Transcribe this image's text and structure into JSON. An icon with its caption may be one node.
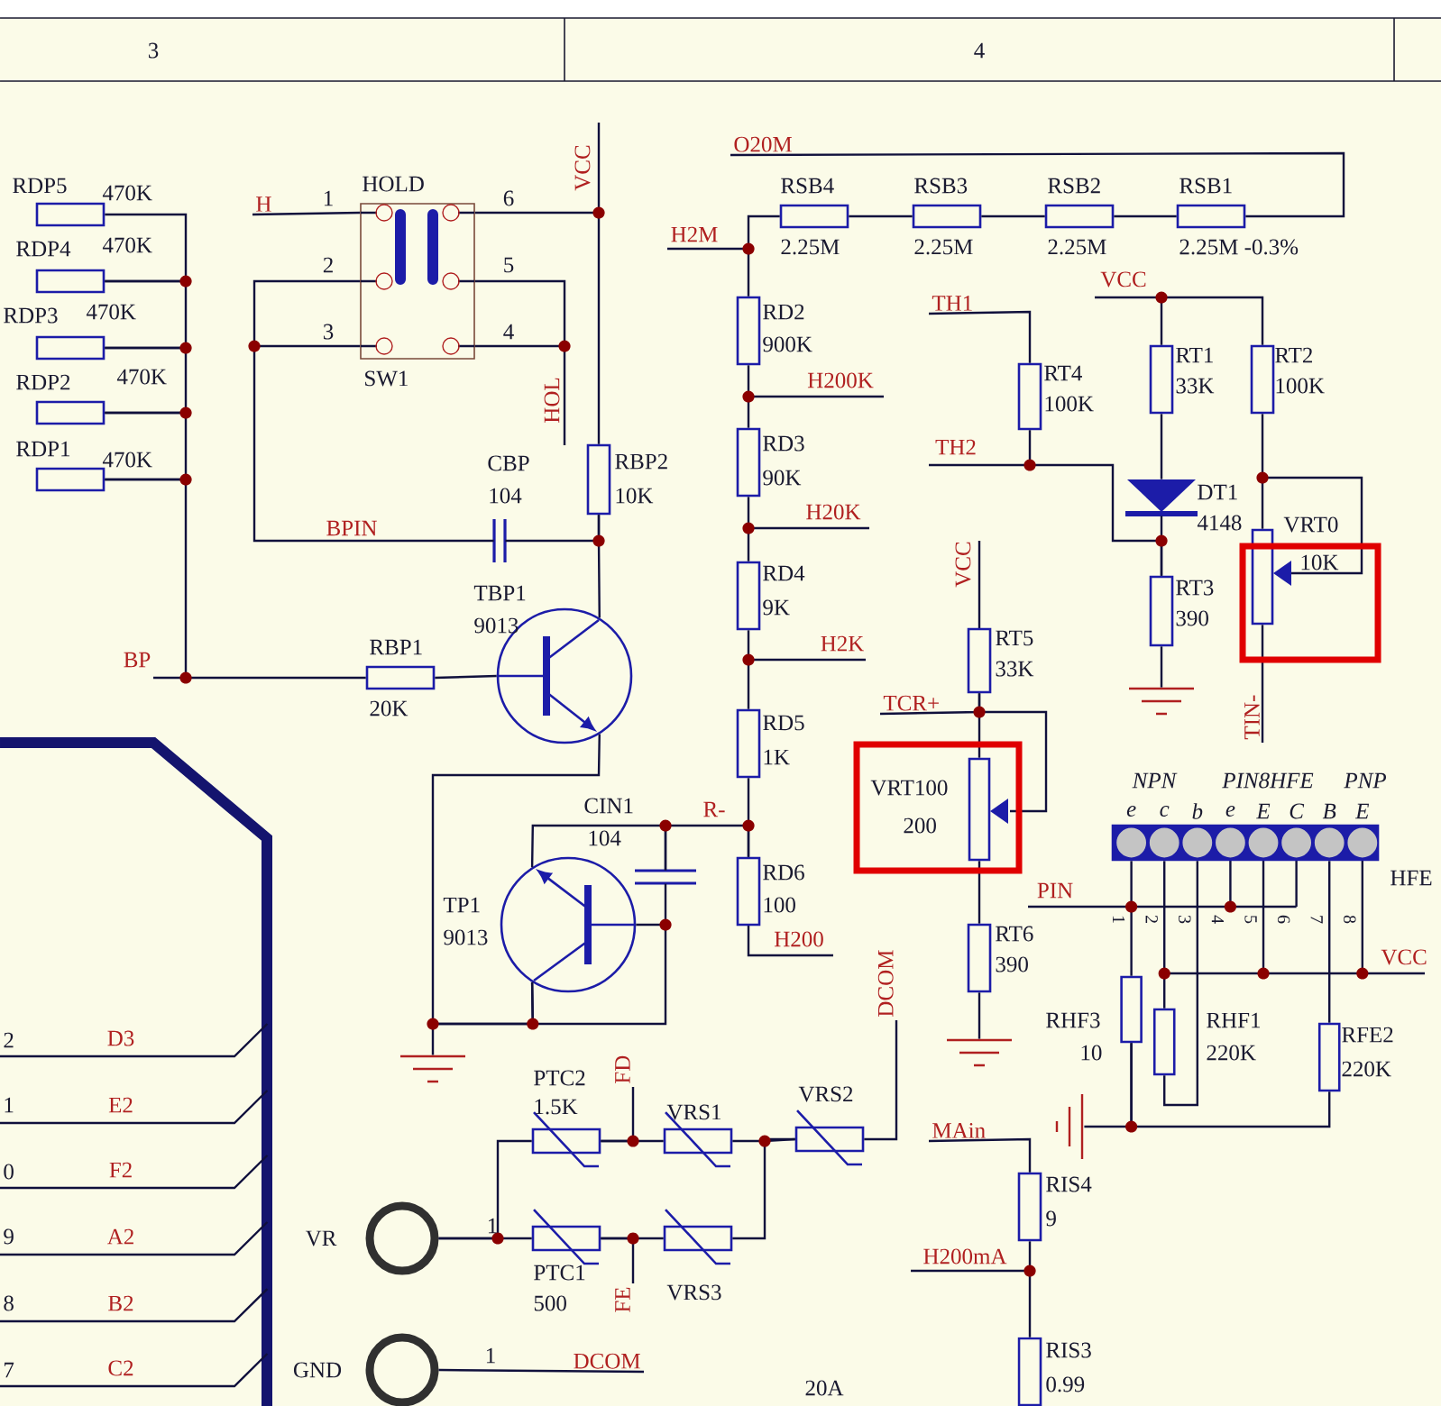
{
  "diagram": {
    "nodes": [
      {
        "text": [
          "RDP5",
          "470K"
        ]
      },
      {
        "text": [
          "RDP4",
          "470K"
        ]
      },
      {
        "text": [
          "RDP3",
          "470K"
        ]
      },
      {
        "text": [
          "RDP2",
          "470K"
        ]
      },
      {
        "text": [
          "RDP1",
          "470K"
        ]
      },
      {
        "text": [
          "HOLD",
          "SW1"
        ]
      },
      {
        "text": [
          "RBP2",
          "10K"
        ]
      },
      {
        "text": [
          "CBP",
          "104"
        ]
      },
      {
        "text": [
          "RBP1",
          "20K"
        ]
      },
      {
        "text": [
          "TBP1",
          "9013"
        ]
      },
      {
        "text": [
          "TP1",
          "9013"
        ]
      },
      {
        "text": [
          "CIN1",
          "104"
        ]
      },
      {
        "text": [
          "RSB4",
          "2.25M"
        ]
      },
      {
        "text": [
          "RSB3",
          "2.25M"
        ]
      },
      {
        "text": [
          "RSB2",
          "2.25M"
        ]
      },
      {
        "text": [
          "RSB1",
          "2.25M -0.3%"
        ]
      },
      {
        "text": [
          "RD2",
          "900K"
        ]
      },
      {
        "text": [
          "RD3",
          "90K"
        ]
      },
      {
        "text": [
          "RD4",
          "9K"
        ]
      },
      {
        "text": [
          "RD5",
          "1K"
        ]
      },
      {
        "text": [
          "RD6",
          "100"
        ]
      },
      {
        "text": [
          "RT4",
          "100K"
        ]
      },
      {
        "text": [
          "RT1",
          "33K"
        ]
      },
      {
        "text": [
          "RT2",
          "100K"
        ]
      },
      {
        "text": [
          "DT1",
          "4148"
        ]
      },
      {
        "text": [
          "RT3",
          "390"
        ]
      },
      {
        "text": [
          "VRT0",
          "10K"
        ]
      },
      {
        "text": [
          "RT5",
          "33K"
        ]
      },
      {
        "text": [
          "VRT100",
          "200"
        ]
      },
      {
        "text": [
          "RT6",
          "390"
        ]
      },
      {
        "text": [
          "NPN",
          "PIN8HFE",
          "PNP",
          "e",
          "c",
          "b",
          "e",
          "E",
          "C",
          "B",
          "E"
        ]
      },
      {
        "text": [
          "RHF3",
          "10"
        ]
      },
      {
        "text": [
          "RHF1",
          "220K"
        ]
      },
      {
        "text": [
          "RFE2",
          "220K"
        ]
      },
      {
        "text": [
          "PTC2",
          "1.5K"
        ]
      },
      {
        "text": [
          "PTC1",
          "500"
        ]
      },
      {
        "text": [
          "VRS1"
        ]
      },
      {
        "text": [
          "VRS3"
        ]
      },
      {
        "text": [
          "VRS2"
        ]
      },
      {
        "text": [
          "RIS4",
          "9"
        ]
      },
      {
        "text": [
          "RIS3",
          "0.99"
        ]
      },
      {
        "text": [
          "VR"
        ]
      },
      {
        "text": [
          "GND"
        ]
      },
      {
        "text": [],
        "shape": "box"
      },
      {
        "text": [],
        "shape": "ground"
      },
      {
        "text": [],
        "shape": "ground"
      },
      {
        "text": [],
        "shape": "ground"
      },
      {
        "text": [],
        "shape": "ground"
      },
      {
        "text": [
          "O20M"
        ]
      },
      {
        "text": [
          "H"
        ]
      },
      {
        "text": [
          "TH1"
        ]
      },
      {
        "text": [
          "TIN-"
        ]
      },
      {
        "text": [
          "TCR+"
        ]
      },
      {
        "text": [
          "DCOM"
        ]
      },
      {
        "text": [
          "MAin"
        ]
      },
      {
        "text": [
          "DCOM"
        ]
      },
      {
        "text": [
          "FD"
        ]
      },
      {
        "text": [
          "FE"
        ]
      }
    ],
    "edges": [
      {
        "from": 0,
        "to": 1,
        "arrow": "none"
      },
      {
        "from": 1,
        "to": 2,
        "arrow": "none"
      },
      {
        "from": 2,
        "to": 3,
        "arrow": "none"
      },
      {
        "from": 3,
        "to": 4,
        "arrow": "none"
      },
      {
        "from": 4,
        "to": 8,
        "arrow": "none"
      },
      {
        "from": 8,
        "to": 9,
        "arrow": "none"
      },
      {
        "from": 6,
        "to": 9,
        "arrow": "none"
      },
      {
        "from": 7,
        "to": 6,
        "arrow": "none"
      },
      {
        "from": 5,
        "to": 7,
        "arrow": "none",
        "label": "BPIN"
      },
      {
        "from": 5,
        "to": 6,
        "arrow": "none"
      },
      {
        "from": 9,
        "to": 10,
        "arrow": "none"
      },
      {
        "from": 10,
        "to": 11,
        "arrow": "none"
      },
      {
        "from": 11,
        "to": 10,
        "arrow": "none"
      },
      {
        "from": 11,
        "to": 20,
        "arrow": "none",
        "label": "R-"
      },
      {
        "from": 12,
        "to": 13,
        "arrow": "none"
      },
      {
        "from": 13,
        "to": 14,
        "arrow": "none"
      },
      {
        "from": 14,
        "to": 15,
        "arrow": "none"
      },
      {
        "from": 12,
        "to": 16,
        "arrow": "none"
      },
      {
        "from": 16,
        "to": 17,
        "arrow": "none"
      },
      {
        "from": 17,
        "to": 18,
        "arrow": "none"
      },
      {
        "from": 18,
        "to": 19,
        "arrow": "none"
      },
      {
        "from": 19,
        "to": 20,
        "arrow": "none"
      },
      {
        "from": 21,
        "to": 25,
        "arrow": "none"
      },
      {
        "from": 22,
        "to": 24,
        "arrow": "none"
      },
      {
        "from": 24,
        "to": 25,
        "arrow": "none"
      },
      {
        "from": 22,
        "to": 23,
        "arrow": "none"
      },
      {
        "from": 23,
        "to": 26,
        "arrow": "none"
      },
      {
        "from": 27,
        "to": 28,
        "arrow": "none"
      },
      {
        "from": 28,
        "to": 29,
        "arrow": "none"
      },
      {
        "from": 30,
        "to": 31,
        "arrow": "none"
      },
      {
        "from": 30,
        "to": 32,
        "arrow": "none"
      },
      {
        "from": 30,
        "to": 32,
        "arrow": "none"
      },
      {
        "from": 30,
        "to": 33,
        "arrow": "none"
      },
      {
        "from": 31,
        "to": 33,
        "arrow": "none"
      },
      {
        "from": 41,
        "to": 35,
        "arrow": "none"
      },
      {
        "from": 41,
        "to": 34,
        "arrow": "none"
      },
      {
        "from": 34,
        "to": 36,
        "arrow": "none"
      },
      {
        "from": 35,
        "to": 37,
        "arrow": "none"
      },
      {
        "from": 36,
        "to": 38,
        "arrow": "none"
      },
      {
        "from": 37,
        "to": 38,
        "arrow": "none"
      },
      {
        "from": 39,
        "to": 40,
        "arrow": "none"
      },
      {
        "from": null,
        "to": 43,
        "arrow": "none",
        "label": "D3"
      },
      {
        "from": null,
        "to": 43,
        "arrow": "none",
        "label": "E2"
      },
      {
        "from": null,
        "to": 43,
        "arrow": "none",
        "label": "F2"
      },
      {
        "from": null,
        "to": 43,
        "arrow": "none",
        "label": "A2"
      },
      {
        "from": null,
        "to": 43,
        "arrow": "none",
        "label": "B2"
      },
      {
        "from": null,
        "to": 43,
        "arrow": "none",
        "label": "C2"
      },
      {
        "from": 44,
        "to": 10,
        "arrow": "none"
      },
      {
        "from": 25,
        "to": 45,
        "arrow": "none"
      },
      {
        "from": 29,
        "to": 46,
        "arrow": "none"
      },
      {
        "from": 47,
        "to": 31,
        "arrow": "none"
      },
      {
        "from": 15,
        "to": 48,
        "arrow": "none"
      },
      {
        "from": 5,
        "to": 49,
        "arrow": "none"
      },
      {
        "from": 21,
        "to": 50,
        "arrow": "none"
      },
      {
        "from": 26,
        "to": 51,
        "arrow": "none"
      },
      {
        "from": 27,
        "to": 52,
        "arrow": "none"
      },
      {
        "from": 38,
        "to": 53,
        "arrow": "none"
      },
      {
        "from": 39,
        "to": 54,
        "arrow": "none"
      },
      {
        "from": 42,
        "to": 55,
        "arrow": "none"
      },
      {
        "from": 34,
        "to": 56,
        "arrow": "none"
      },
      {
        "from": 35,
        "to": 57,
        "arrow": "none"
      }
    ],
    "labels": [
      "3",
      "4",
      "1",
      "6",
      "VCC",
      "H2M",
      "2",
      "5",
      "3",
      "4",
      "VCC",
      "H200K",
      "HOL",
      "TH2",
      "H20K",
      "VCC",
      "H2K",
      "BP",
      "HFE",
      "1",
      "2",
      "3",
      "4",
      "5",
      "6",
      "7",
      "8",
      "PIN",
      "H200",
      "VCC",
      "2",
      "1",
      "0",
      "1",
      "9",
      "H200mA",
      "8",
      "1",
      "7",
      "20A"
    ]
  }
}
